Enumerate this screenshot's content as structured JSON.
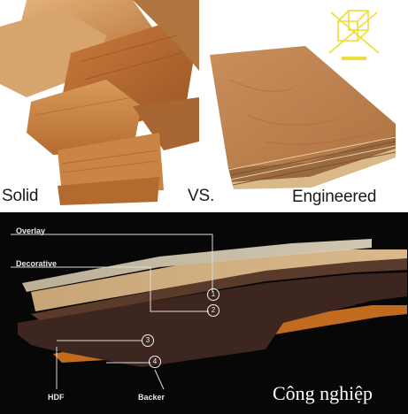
{
  "comparison": {
    "left_label": "Solid",
    "vs_label": "VS.",
    "right_label": "Engineered"
  },
  "diagram": {
    "layers": [
      {
        "number": "1",
        "label": "Overlay"
      },
      {
        "number": "2",
        "label": "Decorative"
      },
      {
        "number": "3",
        "label": "HDF"
      },
      {
        "number": "4",
        "label": "Backer"
      }
    ],
    "caption": "Công nghiệp"
  },
  "logo": {
    "icon": "cube-logo-icon"
  }
}
